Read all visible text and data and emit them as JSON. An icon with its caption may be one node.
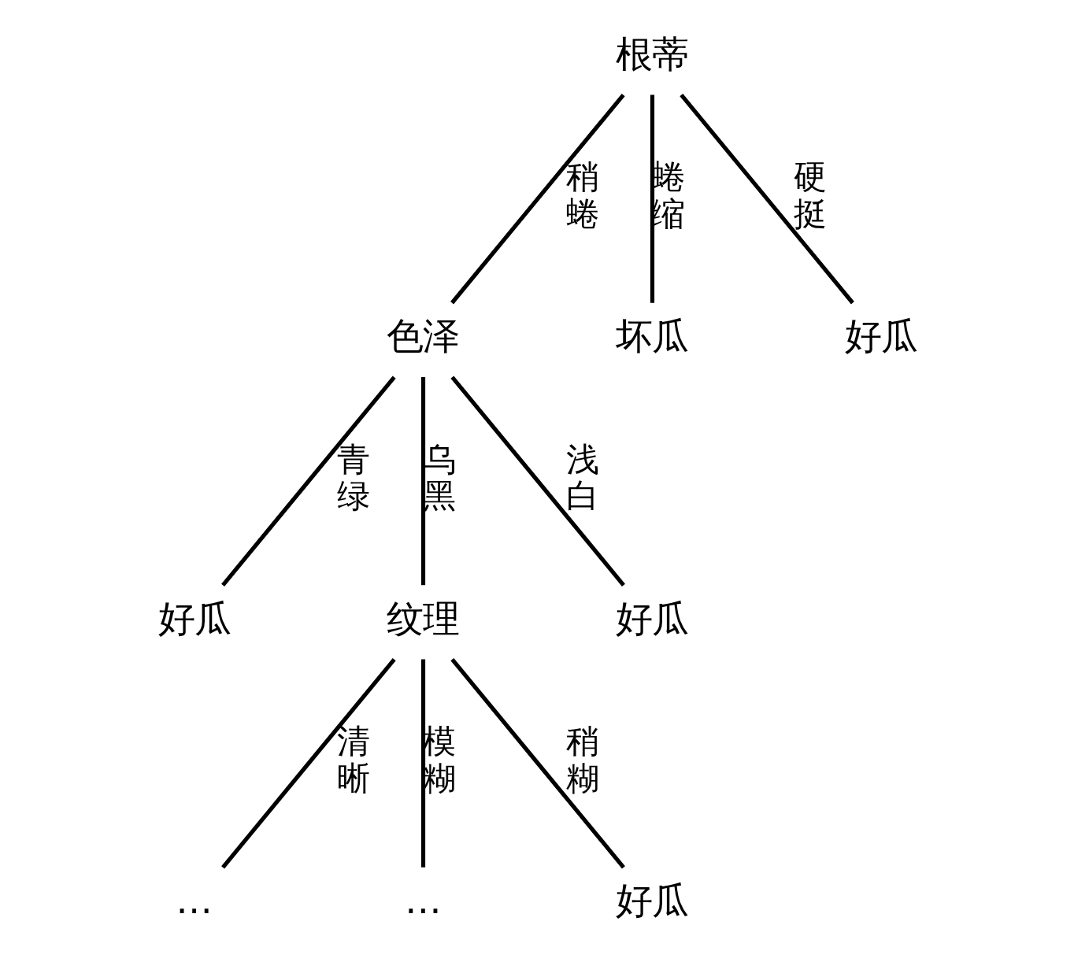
{
  "diagram": {
    "nodes": [
      {
        "text": [
          "根蒂"
        ]
      },
      {
        "text": [
          "色泽"
        ]
      },
      {
        "text": [
          "坏瓜"
        ]
      },
      {
        "text": [
          "好瓜"
        ]
      },
      {
        "text": [
          "好瓜"
        ]
      },
      {
        "text": [
          "纹理"
        ]
      },
      {
        "text": [
          "好瓜"
        ]
      },
      {
        "text": [
          "…"
        ]
      },
      {
        "text": [
          "…"
        ]
      },
      {
        "text": [
          "好瓜"
        ]
      }
    ],
    "edges": [
      {
        "from": 0,
        "to": 1,
        "arrow": "none",
        "label": "稍蜷"
      },
      {
        "from": 0,
        "to": 2,
        "arrow": "none",
        "label": "蜷缩"
      },
      {
        "from": 0,
        "to": 3,
        "arrow": "none",
        "label": "硬挺"
      },
      {
        "from": 1,
        "to": 4,
        "arrow": "none",
        "label": "青绿"
      },
      {
        "from": 1,
        "to": 5,
        "arrow": "none",
        "label": "乌黑"
      },
      {
        "from": 1,
        "to": 6,
        "arrow": "none",
        "label": "浅白"
      },
      {
        "from": 5,
        "to": 7,
        "arrow": "none",
        "label": "清晰"
      },
      {
        "from": 5,
        "to": 8,
        "arrow": "none",
        "label": "模糊"
      },
      {
        "from": 5,
        "to": 9,
        "arrow": "none",
        "label": "稍糊"
      }
    ]
  }
}
